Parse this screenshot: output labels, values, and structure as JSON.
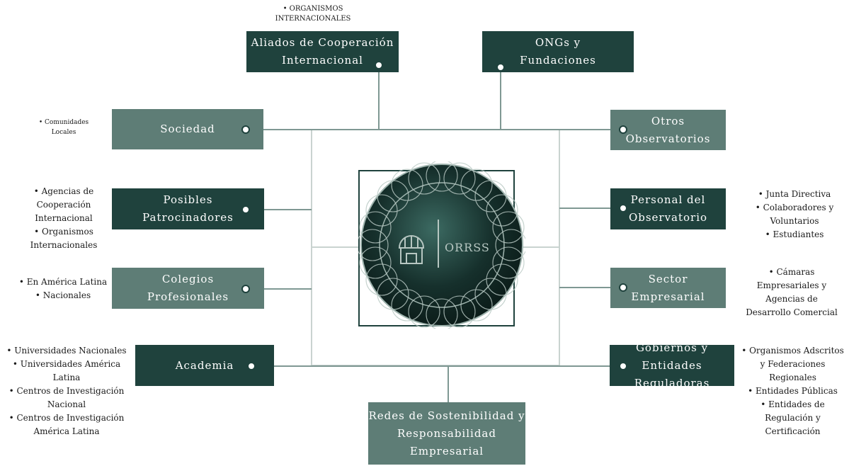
{
  "center": {
    "label": "ORRSS"
  },
  "nodes": {
    "aliados": {
      "label": "Aliados de Cooperación\nInternacional"
    },
    "ongs": {
      "label": "ONGs y\nFundaciones"
    },
    "sociedad": {
      "label": "Sociedad"
    },
    "otros": {
      "label": "Otros\nObservatorios"
    },
    "posibles": {
      "label": "Posibles\nPatrocinadores"
    },
    "personal": {
      "label": "Personal del\nObservatorio"
    },
    "colegios": {
      "label": "Colegios\nProfesionales"
    },
    "sector": {
      "label": "Sector\nEmpresarial"
    },
    "academia": {
      "label": "Academia"
    },
    "gobiernos": {
      "label": "Gobiernos y Entidades\nReguladoras"
    },
    "redes": {
      "label": "Redes de Sostenibilidad y\nResponsabilidad\nEmpresarial"
    }
  },
  "notes": {
    "aliados": "• ORGANISMOS\nINTERNACIONALES",
    "sociedad": "• Comunidades\nLocales",
    "posibles": "• Agencias de\nCooperación\nInternacional\n• Organismos\nInternacionales",
    "colegios": "• En América Latina\n• Nacionales",
    "academia": "• Universidades Nacionales\n• Universidades América\nLatina\n• Centros de Investigación\nNacional\n• Centros de Investigación\nAmérica Latina",
    "personal": "• Junta Directiva\n• Colaboradores y\nVoluntarios\n• Estudiantes",
    "sector": "• Cámaras\nEmpresariales y\nAgencias de\nDesarrollo Comercial",
    "gobiernos": "• Organismos Adscritos\ny Federaciones\nRegionales\n• Entidades Públicas\n• Entidades de\nRegulación y\nCertificación"
  },
  "colors": {
    "dark": "#1f423d",
    "mid": "#5e7d76",
    "line": "#b9c6c3",
    "connector": "#7f9893"
  }
}
